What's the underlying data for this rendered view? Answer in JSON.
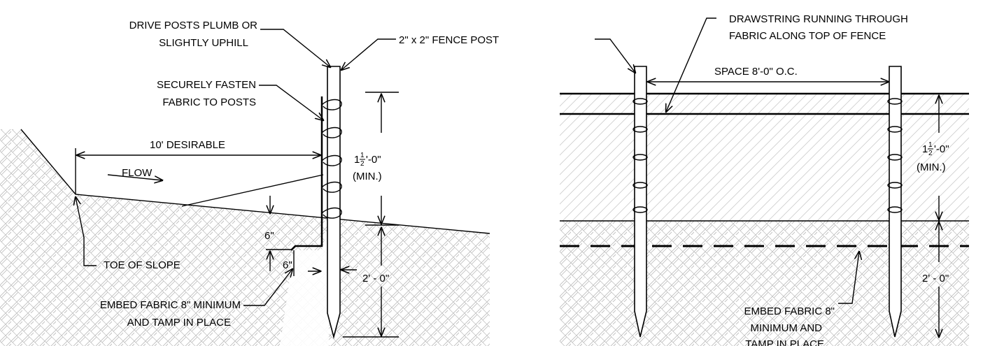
{
  "left_detail": {
    "labels": {
      "drive_posts": [
        "DRIVE POSTS PLUMB OR",
        "SLIGHTLY UPHILL"
      ],
      "fence_post": "2\" x 2\" FENCE POST",
      "fasten_fabric": [
        "SECURELY FASTEN",
        "FABRIC TO POSTS"
      ],
      "desirable": "10' DESIRABLE",
      "flow": "FLOW",
      "height_whole": "1",
      "height_frac_num": "1",
      "height_frac_den": "2",
      "height_rest": "'-0\"",
      "height_min": "(MIN.)",
      "six_vertical": "6\"",
      "six_horizontal": "6\"",
      "toe_of_slope": "TOE OF SLOPE",
      "embed_depth": "2' - 0\"",
      "embed_fabric": [
        "EMBED FABRIC 8\" MINIMUM",
        "AND TAMP IN PLACE"
      ]
    }
  },
  "right_detail": {
    "labels": {
      "drawstring": [
        "DRAWSTRING RUNNING THROUGH",
        "FABRIC ALONG TOP OF FENCE"
      ],
      "spacing": "SPACE 8'-0\" O.C.",
      "height_whole": "1",
      "height_frac_num": "1",
      "height_frac_den": "2",
      "height_rest": "'-0\"",
      "height_min": "(MIN.)",
      "embed_depth": "2' - 0\"",
      "embed_fabric": [
        "EMBED FABRIC 8\"",
        "MINIMUM AND",
        "TAMP IN PLACE"
      ]
    }
  }
}
